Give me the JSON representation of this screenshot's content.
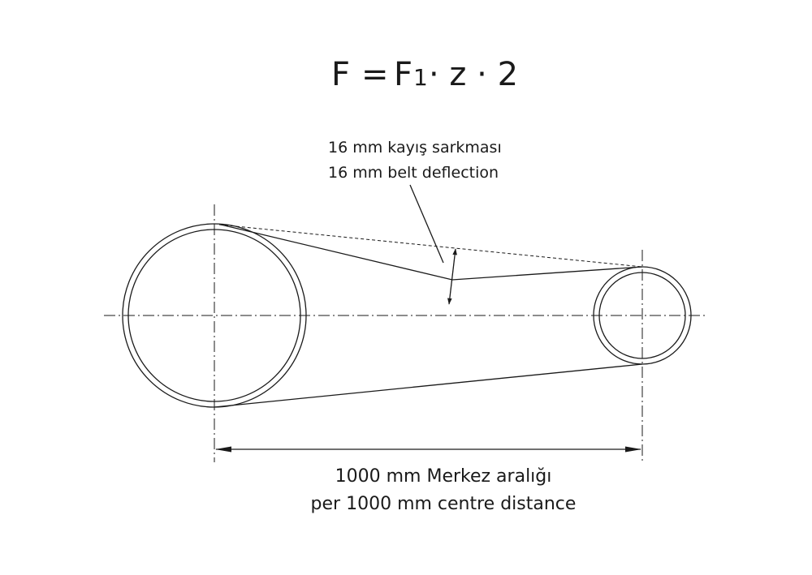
{
  "formula": {
    "lhs": "F",
    "eq": "=",
    "f": "F",
    "sub": "1",
    "rest": "· z · 2"
  },
  "deflection": {
    "line_tr": "16 mm kayış sarkması",
    "line_en": "16 mm belt deflection"
  },
  "centre": {
    "line_tr": "1000 mm Merkez aralığı",
    "line_en": "per 1000 mm centre distance"
  }
}
